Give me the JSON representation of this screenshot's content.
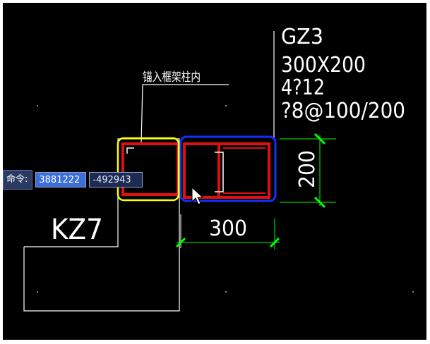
{
  "drawing": {
    "column_tag": "GZ3",
    "column_size": "300X200",
    "main_rebar": "4?12",
    "stirrup": "?8@100/200",
    "anchor_note": "锚入框架柱内",
    "frame_column_label": "KZ7",
    "dim_width": "300",
    "dim_height": "200"
  },
  "command_bar": {
    "label": "命令:",
    "x_value": "3881222",
    "y_value": "-492943"
  },
  "colors": {
    "background": "#000000",
    "rebar": "#e01010",
    "selection_yellow": "#ffff00",
    "selection_blue": "#1030ff",
    "dimension": "#00ff00",
    "line": "#ffffff"
  }
}
